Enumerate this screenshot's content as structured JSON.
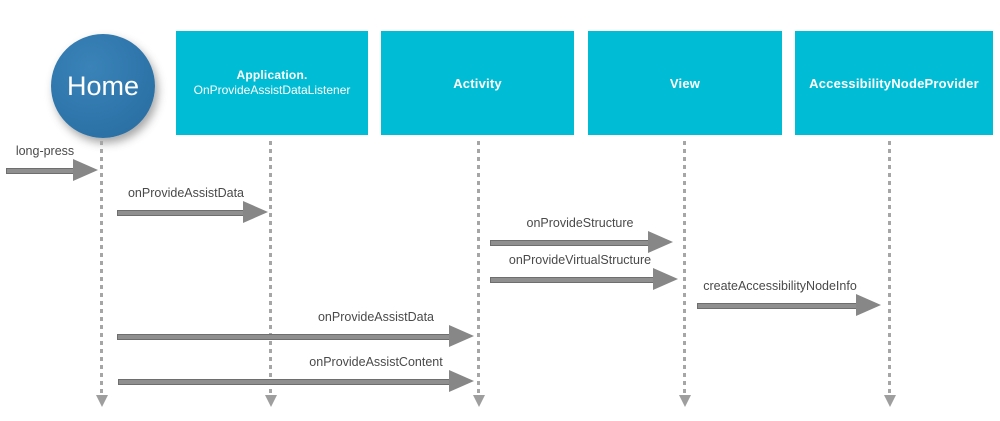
{
  "diagram": {
    "type": "sequence",
    "colors": {
      "actor_box": "#00bcd4",
      "home_circle": "#2e76ab",
      "arrow": "#8a8a8a",
      "lifeline": "#a6a6a6",
      "label_text": "#4a4a4a",
      "actor_text": "#ffffff",
      "background": "#ffffff"
    },
    "actors": [
      {
        "id": "home",
        "label": "Home",
        "shape": "circle"
      },
      {
        "id": "application",
        "title": "Application.",
        "subtitle": "OnProvideAssistDataListener",
        "shape": "box"
      },
      {
        "id": "activity",
        "title": "Activity",
        "shape": "box"
      },
      {
        "id": "view",
        "title": "View",
        "shape": "box"
      },
      {
        "id": "accessibility_node_provider",
        "title": "AccessibilityNodeProvider",
        "shape": "box"
      }
    ],
    "messages": [
      {
        "label": "long-press",
        "to": "home"
      },
      {
        "label": "onProvideAssistData",
        "from": "home",
        "to": "application"
      },
      {
        "label": "onProvideStructure",
        "from": "activity",
        "to": "view"
      },
      {
        "label": "onProvideVirtualStructure",
        "from": "activity",
        "to": "view"
      },
      {
        "label": "createAccessibilityNodeInfo",
        "from": "view",
        "to": "accessibility_node_provider"
      },
      {
        "label": "onProvideAssistData",
        "from": "home",
        "to": "activity"
      },
      {
        "label": "onProvideAssistContent",
        "from": "home",
        "to": "activity"
      }
    ]
  }
}
